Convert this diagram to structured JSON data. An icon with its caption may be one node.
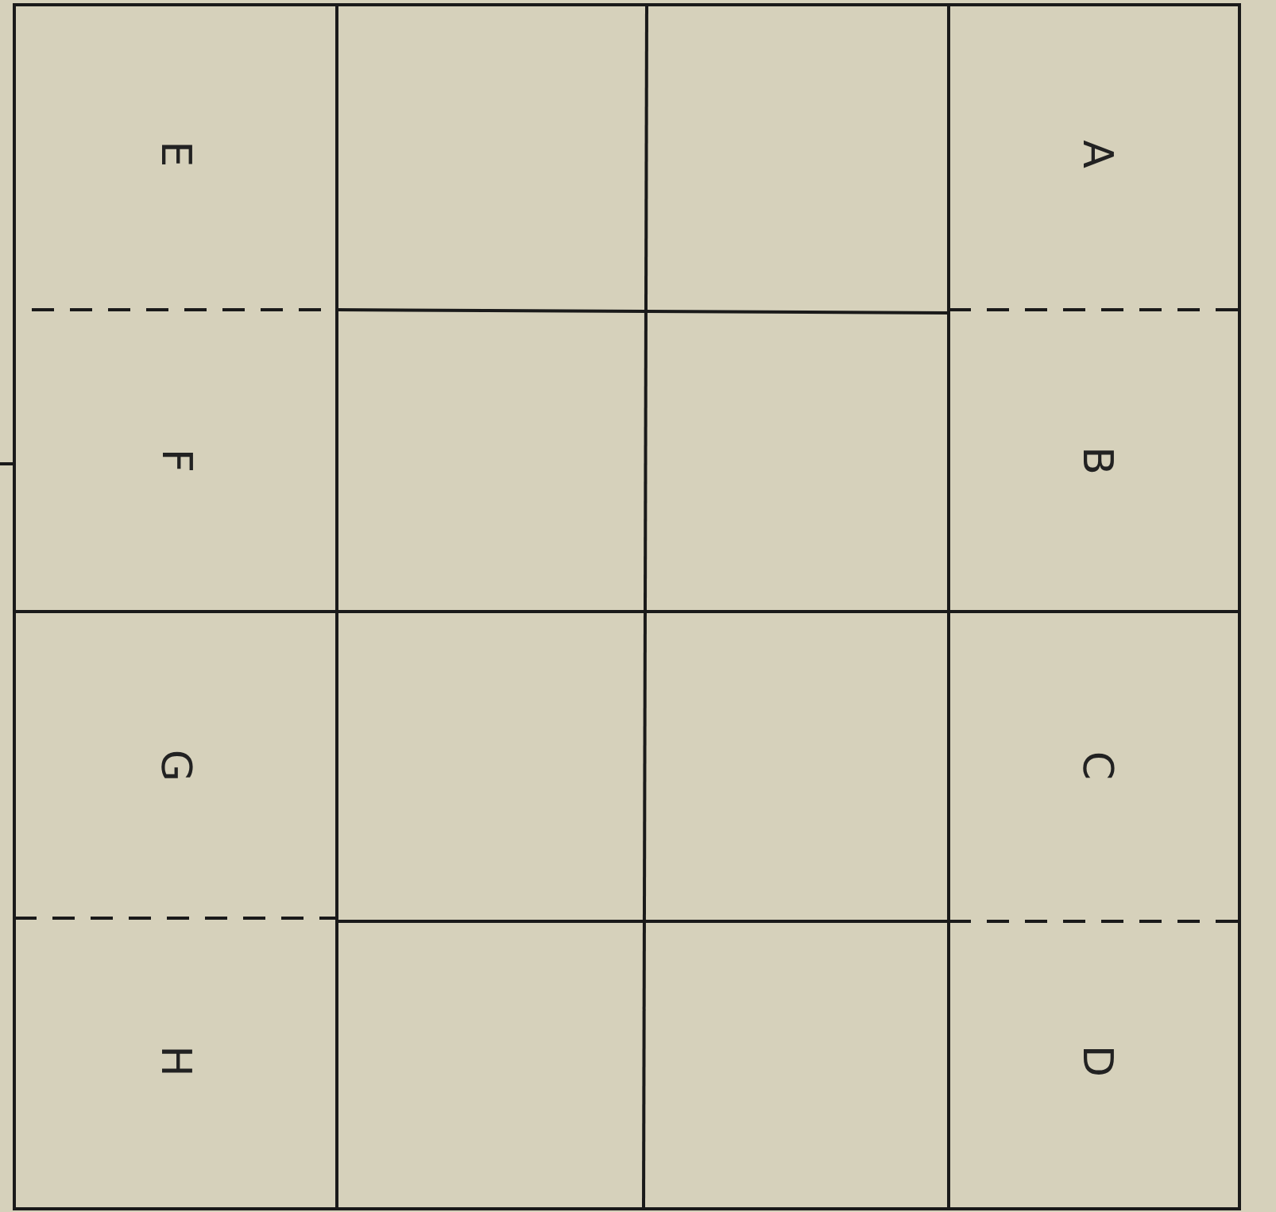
{
  "diagram": {
    "labels": [
      "E",
      "A",
      "F",
      "B",
      "G",
      "C",
      "H",
      "D"
    ]
  }
}
